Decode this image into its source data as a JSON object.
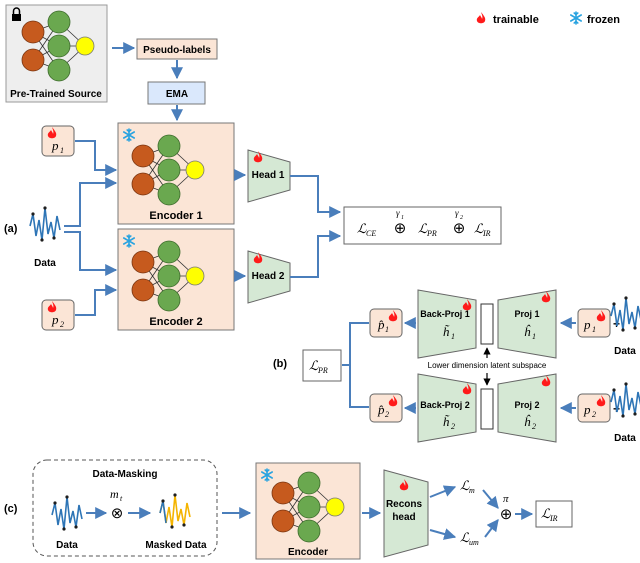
{
  "legend": {
    "trainable": "trainable",
    "frozen": "frozen"
  },
  "colors": {
    "arrow": "#4a7ebb",
    "encoder_bg": "#fbe5d6",
    "head_fill": "#d5e8d4",
    "pseudo_fill": "#fbe5d6",
    "ema_fill": "#dae8fc",
    "node_orange": "#c65a1e",
    "node_green": "#6aa84f",
    "node_yellow": "#ffff00",
    "wave_blue": "#2e75b6",
    "wave_orange": "#f4b400",
    "flame": "#ff0000",
    "snowflake": "#29a3e0"
  },
  "panel_labels": {
    "a": "(a)",
    "b": "(b)",
    "c": "(c)"
  },
  "source": {
    "label": "Pre-Trained Source",
    "lock_icon": "lock-icon"
  },
  "pseudo_labels": "Pseudo-labels",
  "ema": "EMA",
  "prompts": {
    "p1": "p",
    "p1_sub": "1",
    "p2": "p",
    "p2_sub": "2"
  },
  "data_label": "Data",
  "encoder1": "Encoder 1",
  "encoder2": "Encoder 2",
  "head1": "Head 1",
  "head2": "Head 2",
  "loss_total": {
    "ce": "ℒ",
    "ce_sub": "CE",
    "pr": "ℒ",
    "pr_sub": "PR",
    "ir": "ℒ",
    "ir_sub": "IR",
    "gamma1": "γ",
    "gamma1_sub": "1",
    "gamma2": "γ",
    "gamma2_sub": "2",
    "oplus": "⊕"
  },
  "panel_b": {
    "back_proj1": "Back-Proj 1",
    "proj1": "Proj 1",
    "back_proj2": "Back-Proj 2",
    "proj2": "Proj 2",
    "h_tilde": "h̃",
    "h_hat": "ĥ",
    "sub1": "1",
    "sub2": "2",
    "latent": "Lower dimension latent subspace",
    "lpr": "ℒ",
    "lpr_sub": "PR",
    "data": "Data",
    "plus": "+",
    "p_hat": "p̂"
  },
  "panel_c": {
    "masking_title": "Data-Masking",
    "data": "Data",
    "masked_data": "Masked Data",
    "mt": "m",
    "mt_sub": "t",
    "otimes": "⊗",
    "encoder": "Encoder",
    "recons_head_1": "Recons",
    "recons_head_2": "head",
    "lm": "ℒ",
    "lm_sub": "m",
    "lum": "ℒ",
    "lum_sub": "um",
    "pi": "π",
    "oplus": "⊕",
    "lir": "ℒ",
    "lir_sub": "IR"
  }
}
